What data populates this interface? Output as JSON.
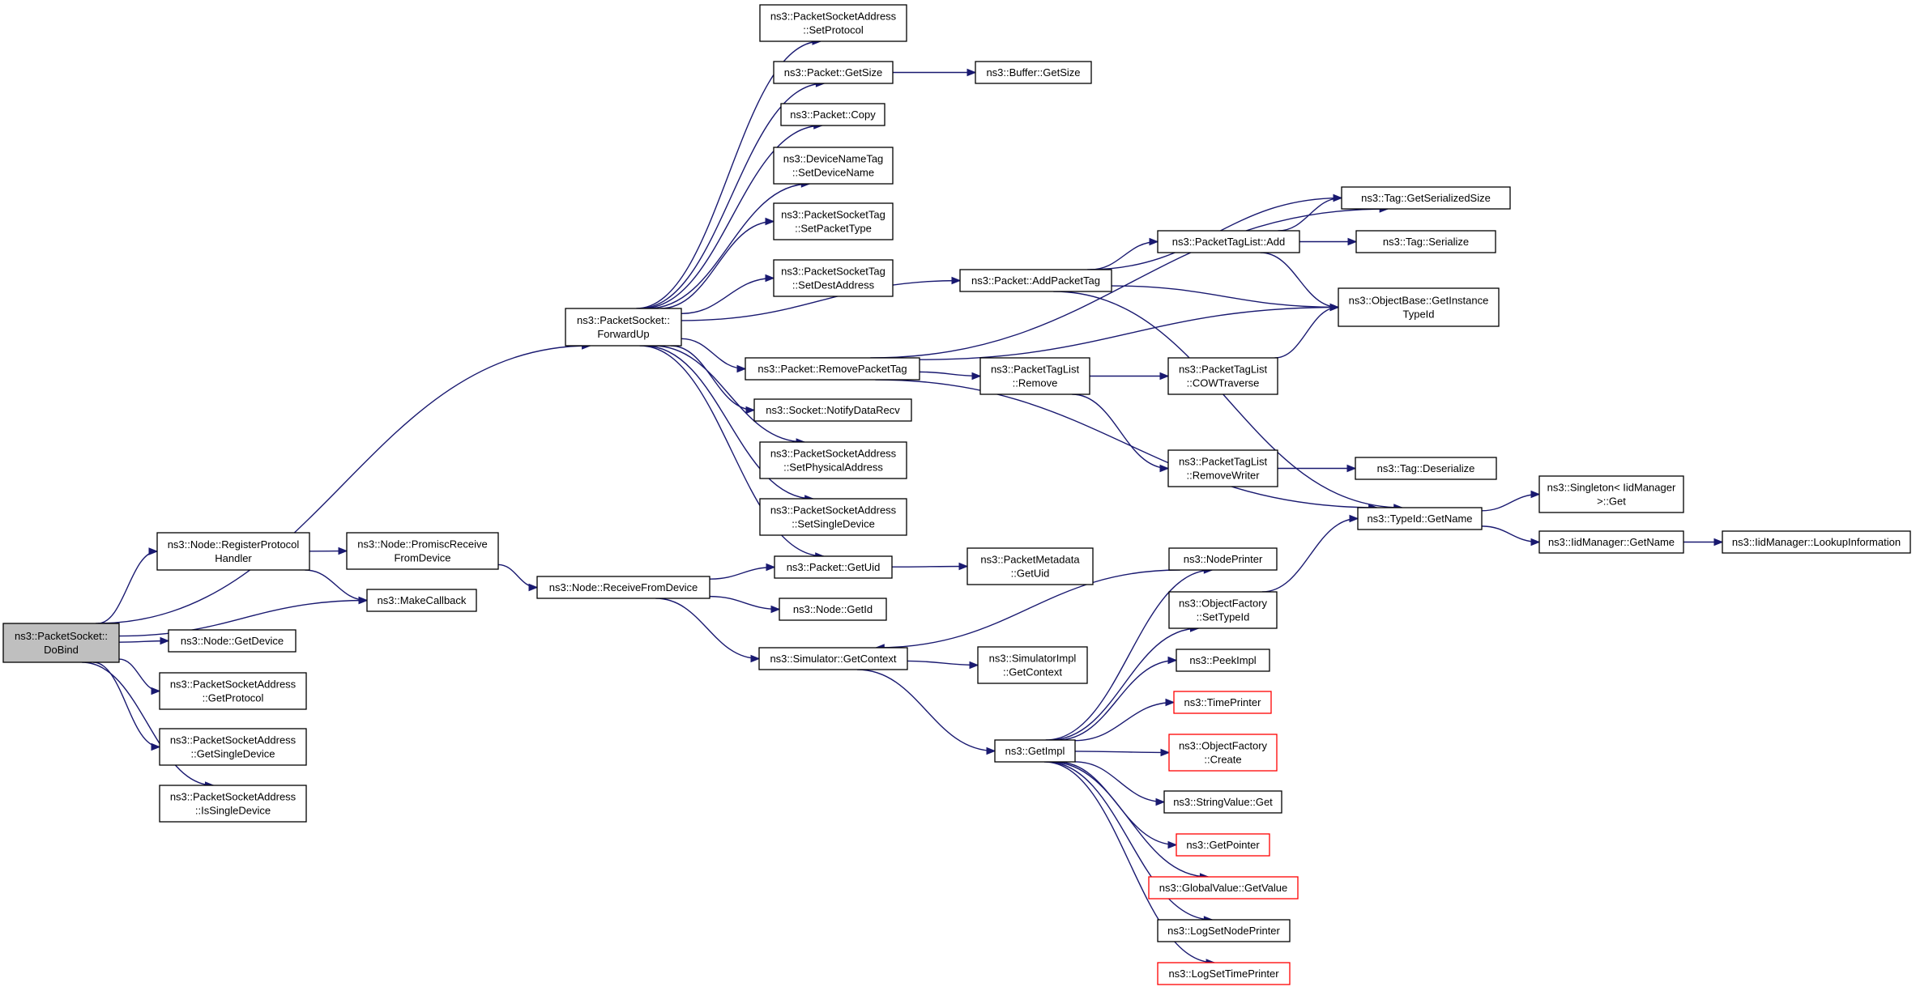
{
  "diagram": {
    "nodes": [
      {
        "id": "dobind",
        "lines": [
          "ns3::PacketSocket::",
          "DoBind"
        ],
        "root": true
      },
      {
        "id": "registerproto",
        "lines": [
          "ns3::Node::RegisterProtocol",
          "Handler"
        ]
      },
      {
        "id": "getdevice",
        "lines": [
          "ns3::Node::GetDevice"
        ]
      },
      {
        "id": "getprotocol",
        "lines": [
          "ns3::PacketSocketAddress",
          "::GetProtocol"
        ]
      },
      {
        "id": "getsingledevice",
        "lines": [
          "ns3::PacketSocketAddress",
          "::GetSingleDevice"
        ]
      },
      {
        "id": "issingledevice",
        "lines": [
          "ns3::PacketSocketAddress",
          "::IsSingleDevice"
        ]
      },
      {
        "id": "promisc",
        "lines": [
          "ns3::Node::PromiscReceive",
          "FromDevice"
        ]
      },
      {
        "id": "makecallback",
        "lines": [
          "ns3::MakeCallback"
        ]
      },
      {
        "id": "forwardup",
        "lines": [
          "ns3::PacketSocket::",
          "ForwardUp"
        ]
      },
      {
        "id": "receivefromdevice",
        "lines": [
          "ns3::Node::ReceiveFromDevice"
        ]
      },
      {
        "id": "setprotocol",
        "lines": [
          "ns3::PacketSocketAddress",
          "::SetProtocol"
        ]
      },
      {
        "id": "packetgetsize",
        "lines": [
          "ns3::Packet::GetSize"
        ]
      },
      {
        "id": "buffergetsize",
        "lines": [
          "ns3::Buffer::GetSize"
        ]
      },
      {
        "id": "packetcopy",
        "lines": [
          "ns3::Packet::Copy"
        ]
      },
      {
        "id": "setdevicename",
        "lines": [
          "ns3::DeviceNameTag",
          "::SetDeviceName"
        ]
      },
      {
        "id": "setpackettype",
        "lines": [
          "ns3::PacketSocketTag",
          "::SetPacketType"
        ]
      },
      {
        "id": "setdestaddress",
        "lines": [
          "ns3::PacketSocketTag",
          "::SetDestAddress"
        ]
      },
      {
        "id": "addpackettag",
        "lines": [
          "ns3::Packet::AddPacketTag"
        ]
      },
      {
        "id": "removepackettag",
        "lines": [
          "ns3::Packet::RemovePacketTag"
        ]
      },
      {
        "id": "notifydatarecv",
        "lines": [
          "ns3::Socket::NotifyDataRecv"
        ]
      },
      {
        "id": "setphysaddr",
        "lines": [
          "ns3::PacketSocketAddress",
          "::SetPhysicalAddress"
        ]
      },
      {
        "id": "setsingledevice",
        "lines": [
          "ns3::PacketSocketAddress",
          "::SetSingleDevice"
        ]
      },
      {
        "id": "packetgetuid",
        "lines": [
          "ns3::Packet::GetUid"
        ]
      },
      {
        "id": "nodegetid",
        "lines": [
          "ns3::Node::GetId"
        ]
      },
      {
        "id": "simgetcontext",
        "lines": [
          "ns3::Simulator::GetContext"
        ]
      },
      {
        "id": "metadatagetuid",
        "lines": [
          "ns3::PacketMetadata",
          "::GetUid"
        ]
      },
      {
        "id": "simimplgetcontext",
        "lines": [
          "ns3::SimulatorImpl",
          "::GetContext"
        ]
      },
      {
        "id": "getimpl",
        "lines": [
          "ns3::GetImpl"
        ]
      },
      {
        "id": "tagserializedsize",
        "lines": [
          "ns3::Tag::GetSerializedSize"
        ]
      },
      {
        "id": "ptlistadd",
        "lines": [
          "ns3::PacketTagList::Add"
        ]
      },
      {
        "id": "tagserialize",
        "lines": [
          "ns3::Tag::Serialize"
        ]
      },
      {
        "id": "getinstancetypeid",
        "lines": [
          "ns3::ObjectBase::GetInstance",
          "TypeId"
        ]
      },
      {
        "id": "ptlistremove",
        "lines": [
          "ns3::PacketTagList",
          "::Remove"
        ]
      },
      {
        "id": "cowtraverse",
        "lines": [
          "ns3::PacketTagList",
          "::COWTraverse"
        ]
      },
      {
        "id": "removewriter",
        "lines": [
          "ns3::PacketTagList",
          "::RemoveWriter"
        ]
      },
      {
        "id": "tagdeserialize",
        "lines": [
          "ns3::Tag::Deserialize"
        ]
      },
      {
        "id": "typeidgetname",
        "lines": [
          "ns3::TypeId::GetName"
        ]
      },
      {
        "id": "singletonget",
        "lines": [
          "ns3::Singleton< IidManager",
          ">::Get"
        ]
      },
      {
        "id": "iidgetname",
        "lines": [
          "ns3::IidManager::GetName"
        ]
      },
      {
        "id": "lookupinfo",
        "lines": [
          "ns3::IidManager::LookupInformation"
        ]
      },
      {
        "id": "nodeprinter",
        "lines": [
          "ns3::NodePrinter"
        ]
      },
      {
        "id": "settypeid",
        "lines": [
          "ns3::ObjectFactory",
          "::SetTypeId"
        ]
      },
      {
        "id": "peekimpl",
        "lines": [
          "ns3::PeekImpl"
        ]
      },
      {
        "id": "timeprinter",
        "lines": [
          "ns3::TimePrinter"
        ],
        "truncated": true
      },
      {
        "id": "ofcreate",
        "lines": [
          "ns3::ObjectFactory",
          "::Create"
        ],
        "truncated": true
      },
      {
        "id": "stringvalueget",
        "lines": [
          "ns3::StringValue::Get"
        ]
      },
      {
        "id": "getpointer",
        "lines": [
          "ns3::GetPointer"
        ],
        "truncated": true
      },
      {
        "id": "globalgetvalue",
        "lines": [
          "ns3::GlobalValue::GetValue"
        ],
        "truncated": true
      },
      {
        "id": "logsetnodeprinter",
        "lines": [
          "ns3::LogSetNodePrinter"
        ]
      },
      {
        "id": "logsettimeprinter",
        "lines": [
          "ns3::LogSetTimePrinter"
        ],
        "truncated": true
      }
    ],
    "edges": [
      [
        "dobind",
        "forwardup"
      ],
      [
        "dobind",
        "registerproto"
      ],
      [
        "dobind",
        "makecallback"
      ],
      [
        "dobind",
        "getdevice"
      ],
      [
        "dobind",
        "getprotocol"
      ],
      [
        "dobind",
        "getsingledevice"
      ],
      [
        "dobind",
        "issingledevice"
      ],
      [
        "registerproto",
        "promisc"
      ],
      [
        "registerproto",
        "makecallback"
      ],
      [
        "promisc",
        "receivefromdevice"
      ],
      [
        "forwardup",
        "setprotocol"
      ],
      [
        "forwardup",
        "packetgetsize"
      ],
      [
        "forwardup",
        "packetcopy"
      ],
      [
        "forwardup",
        "setdevicename"
      ],
      [
        "forwardup",
        "setpackettype"
      ],
      [
        "forwardup",
        "setdestaddress"
      ],
      [
        "forwardup",
        "addpackettag"
      ],
      [
        "forwardup",
        "removepackettag"
      ],
      [
        "forwardup",
        "notifydatarecv"
      ],
      [
        "forwardup",
        "setphysaddr"
      ],
      [
        "forwardup",
        "setsingledevice"
      ],
      [
        "forwardup",
        "packetgetuid"
      ],
      [
        "packetgetsize",
        "buffergetsize"
      ],
      [
        "receivefromdevice",
        "packetgetuid"
      ],
      [
        "receivefromdevice",
        "nodegetid"
      ],
      [
        "receivefromdevice",
        "simgetcontext"
      ],
      [
        "packetgetuid",
        "metadatagetuid"
      ],
      [
        "simgetcontext",
        "simimplgetcontext"
      ],
      [
        "simgetcontext",
        "getimpl"
      ],
      [
        "addpackettag",
        "tagserializedsize"
      ],
      [
        "addpackettag",
        "ptlistadd"
      ],
      [
        "addpackettag",
        "getinstancetypeid"
      ],
      [
        "addpackettag",
        "typeidgetname"
      ],
      [
        "removepackettag",
        "tagserializedsize"
      ],
      [
        "removepackettag",
        "getinstancetypeid"
      ],
      [
        "removepackettag",
        "ptlistremove"
      ],
      [
        "removepackettag",
        "typeidgetname"
      ],
      [
        "ptlistadd",
        "tagserializedsize"
      ],
      [
        "ptlistadd",
        "tagserialize"
      ],
      [
        "ptlistadd",
        "getinstancetypeid"
      ],
      [
        "ptlistremove",
        "cowtraverse"
      ],
      [
        "ptlistremove",
        "removewriter"
      ],
      [
        "cowtraverse",
        "getinstancetypeid"
      ],
      [
        "removewriter",
        "tagdeserialize"
      ],
      [
        "typeidgetname",
        "singletonget"
      ],
      [
        "typeidgetname",
        "iidgetname"
      ],
      [
        "iidgetname",
        "lookupinfo"
      ],
      [
        "getimpl",
        "nodeprinter"
      ],
      [
        "getimpl",
        "settypeid"
      ],
      [
        "getimpl",
        "peekimpl"
      ],
      [
        "getimpl",
        "timeprinter"
      ],
      [
        "getimpl",
        "ofcreate"
      ],
      [
        "getimpl",
        "stringvalueget"
      ],
      [
        "getimpl",
        "getpointer"
      ],
      [
        "getimpl",
        "globalgetvalue"
      ],
      [
        "getimpl",
        "logsetnodeprinter"
      ],
      [
        "getimpl",
        "logsettimeprinter"
      ],
      [
        "nodeprinter",
        "simgetcontext"
      ],
      [
        "settypeid",
        "typeidgetname"
      ]
    ],
    "colors": {
      "edge": "#191970",
      "node_border": "#000000",
      "truncated_border": "#ff0000",
      "root_fill": "#bfbfbf",
      "node_fill": "#ffffff"
    }
  }
}
